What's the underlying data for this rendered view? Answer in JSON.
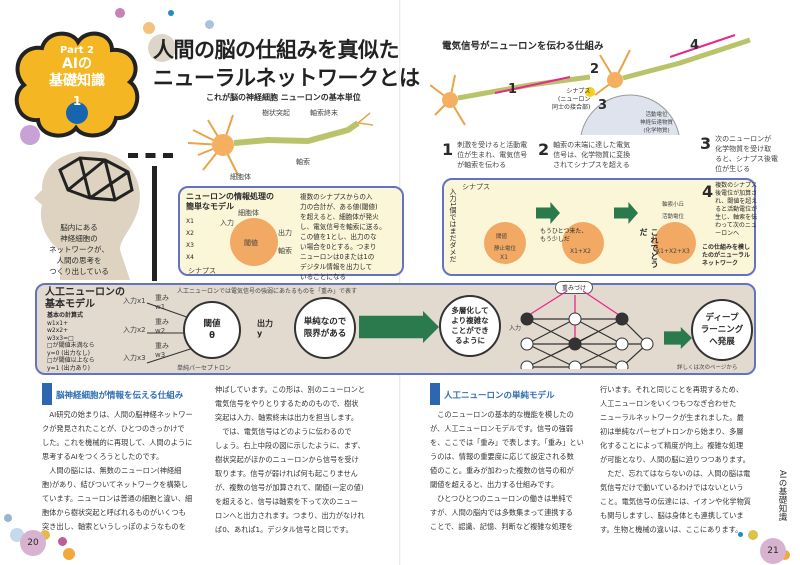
{
  "badge": {
    "part": "Part 2",
    "line1": "AIの",
    "line2": "基礎知識",
    "number": "1"
  },
  "title": {
    "line1": "人間の脳の仕組みを真似た",
    "line2": "ニューラルネットワークとは"
  },
  "neuron_diagram": {
    "title": "これが脳の神経細胞 ニューロンの基本単位",
    "labels": [
      "樹状突起",
      "軸索終末",
      "軸索",
      "細胞体"
    ]
  },
  "head_caption": [
    "脳内にある",
    "神経細胞の",
    "ネットワークが、",
    "人間の思考を",
    "つくり出している"
  ],
  "simple_model": {
    "title": [
      "ニューロンの情報処理の",
      "簡単なモデル"
    ],
    "inputs": [
      "X1",
      "X2",
      "X3",
      "X4"
    ],
    "labels": {
      "input": "入力",
      "soma": "細胞体",
      "threshold": "閾値",
      "output": "出力",
      "axon": "軸索",
      "synapse": "シナプス"
    },
    "desc": [
      "複数のシナプスからの入",
      "力の合計が、ある値(閾値)",
      "を超えると、細胞体が発火",
      "し、電気信号を軸索に送る。",
      "この値を1とし、出力のな",
      "い場合を0とする。つまり",
      "ニューロンは0または1の",
      "デジタル情報を出力して",
      "いることになる"
    ]
  },
  "signal": {
    "title": "電気信号がニューロンを伝わる仕組み",
    "markers": [
      "1",
      "2",
      "3",
      "4"
    ],
    "synapse_label": [
      "シナプス",
      "(ニューロン",
      "同士の接合部)"
    ],
    "steps": [
      {
        "n": "1",
        "text": [
          "刺激を受けると活動電",
          "位が生まれ、電気信号",
          "が軸索を伝わる"
        ]
      },
      {
        "n": "2",
        "text": [
          "軸索の末端に達した電気",
          "信号は、化学物質に変換",
          "されてシナプスを超える"
        ]
      },
      {
        "n": "3",
        "text": [
          "次のニューロンが",
          "化学物質を受け取",
          "ると、シナプス後電",
          "位が生じる"
        ]
      }
    ],
    "inset_labels": [
      "活動電位",
      "神経伝達物質",
      "(化学物質)"
    ]
  },
  "step4": {
    "side_note": "入力1個ではまだダメだ",
    "mid_note": [
      "もうひとつ来た、",
      "もう少しだ"
    ],
    "final_note": "これでどうだ",
    "labels": [
      "シナプス",
      "閾値",
      "静止電位",
      "X1",
      "X1+X2",
      "X1+X2+X3",
      "軸索小丘",
      "活動電位"
    ],
    "n": "4",
    "text": [
      "複数のシナプス",
      "後電位が加算さ",
      "れ、閾値を超え",
      "ると活動電位が",
      "生じ、軸索を伝",
      "わって次のニュ",
      "ーロンへ"
    ],
    "bold": [
      "この仕組みを模し",
      "たのがニューラル",
      "ネットワーク"
    ]
  },
  "artificial": {
    "title": [
      "人工ニューロンの",
      "基本モデル"
    ],
    "formula_title": "基本の計算式",
    "formula": [
      "w1x1+",
      "w2x2+",
      "w3x3=□"
    ],
    "rules": [
      "□が閾値未満なら",
      "y=0 (出力なし)",
      "□が閾値以上なら",
      "y=1 (出力あり)"
    ],
    "note": "人工ニューロンでは電気信号の強弱にあたるものを「重み」で表す",
    "inputs": [
      "入力x1",
      "入力x2",
      "入力x3"
    ],
    "weights": [
      "重み w1",
      "重み w2",
      "重み w3"
    ],
    "threshold": [
      "閾値",
      "θ"
    ],
    "output": [
      "出力",
      "y"
    ],
    "caption": "単純パーセプトロン",
    "limit": [
      "単純なので",
      "限界がある"
    ],
    "multi": [
      "多層化して",
      "より複雑な",
      "ことができ",
      "るように"
    ],
    "weighting": "重みづけ",
    "input_label": "入力",
    "deep": [
      "ディープ",
      "ラーニング",
      "へ発展"
    ],
    "more": "詳しくは次のページから"
  },
  "section1": {
    "heading": "脳神経細胞が情報を伝える仕組み",
    "col1": [
      "　AI研究の始まりは、人間の脳神経ネットワー",
      "クが発見されたことが、ひとつのきっかけで",
      "した。これを機械的に再現して、人間のように",
      "思考するAIをつくろうとしたのです。",
      "　人間の脳には、無数のニューロン(神経細",
      "胞)があり、結びついてネットワークを構築し",
      "ています。ニューロンは普通の細胞と違い、細",
      "胞体から樹状突起と呼ばれるものがいくつも",
      "突き出し、軸索というしっぽのようなものを"
    ],
    "col2": [
      "伸ばしています。この形は、別のニューロンと",
      "電気信号をやりとりするためのもので、樹状",
      "突起は入力、軸索終末は出力を担当します。",
      "　では、電気信号はどのように伝わるので",
      "しょう。右上中段の図に示したように、まず、",
      "樹状突起がほかのニューロンから信号を受け",
      "取ります。信号が弱ければ何も起こりません",
      "が、複数の信号が加算されて、閾値(一定の値)",
      "を超えると、信号は軸索を下って次のニュー",
      "ロンへと出力されます。つまり、出力がなけれ",
      "ば0、あれば1。デジタル信号と同じです。"
    ]
  },
  "section2": {
    "heading": "人工ニューロンの単純モデル",
    "col1": [
      "　このニューロンの基本的な機能を模したの",
      "が、人工ニューロンモデルです。信号の強弱",
      "を、ここでは「重み」で表します。「重み」とい",
      "うのは、情報の重要度に応じて設定される数",
      "値のこと。重みが加わった複数の信号の和が",
      "閾値を超えると、出力する仕組みです。",
      "　ひとつひとつのニューロンの働きは単純で",
      "すが、人間の脳内では多数集まって連携する",
      "ことで、認識、記憶、判断など複雑な処理を"
    ],
    "col2": [
      "行います。それと同じことを再現するため、",
      "人工ニューロンをいくつもつなぎ合わせた",
      "ニューラルネットワークが生まれました。最",
      "初は単純なパーセプトロンから始まり、多層",
      "化することによって精度が向上。複雑な処理",
      "が可能となり、人間の脳に迫りつつあります。",
      "　ただ、忘れてはならないのは、人間の脳は電",
      "気信号だけで動いているわけではないという",
      "こと。電気信号の伝達には、イオンや化学物質",
      "も関与しますし、脳は身体とも連携していま",
      "す。生物と機械の違いは、ここにあります。"
    ]
  },
  "side_tab": "AIの基礎知識",
  "page_left": "20",
  "page_right": "21",
  "colors": {
    "badge": "#f5b623",
    "accent_blue": "#2f66b0",
    "box_border": "#6273c4",
    "cream": "#fbf6d8",
    "band": "#e2d9cf",
    "green": "#2a7a4e",
    "magenta": "#e8288c",
    "neuron": "#f0a850",
    "axon": "#b9c46a"
  }
}
